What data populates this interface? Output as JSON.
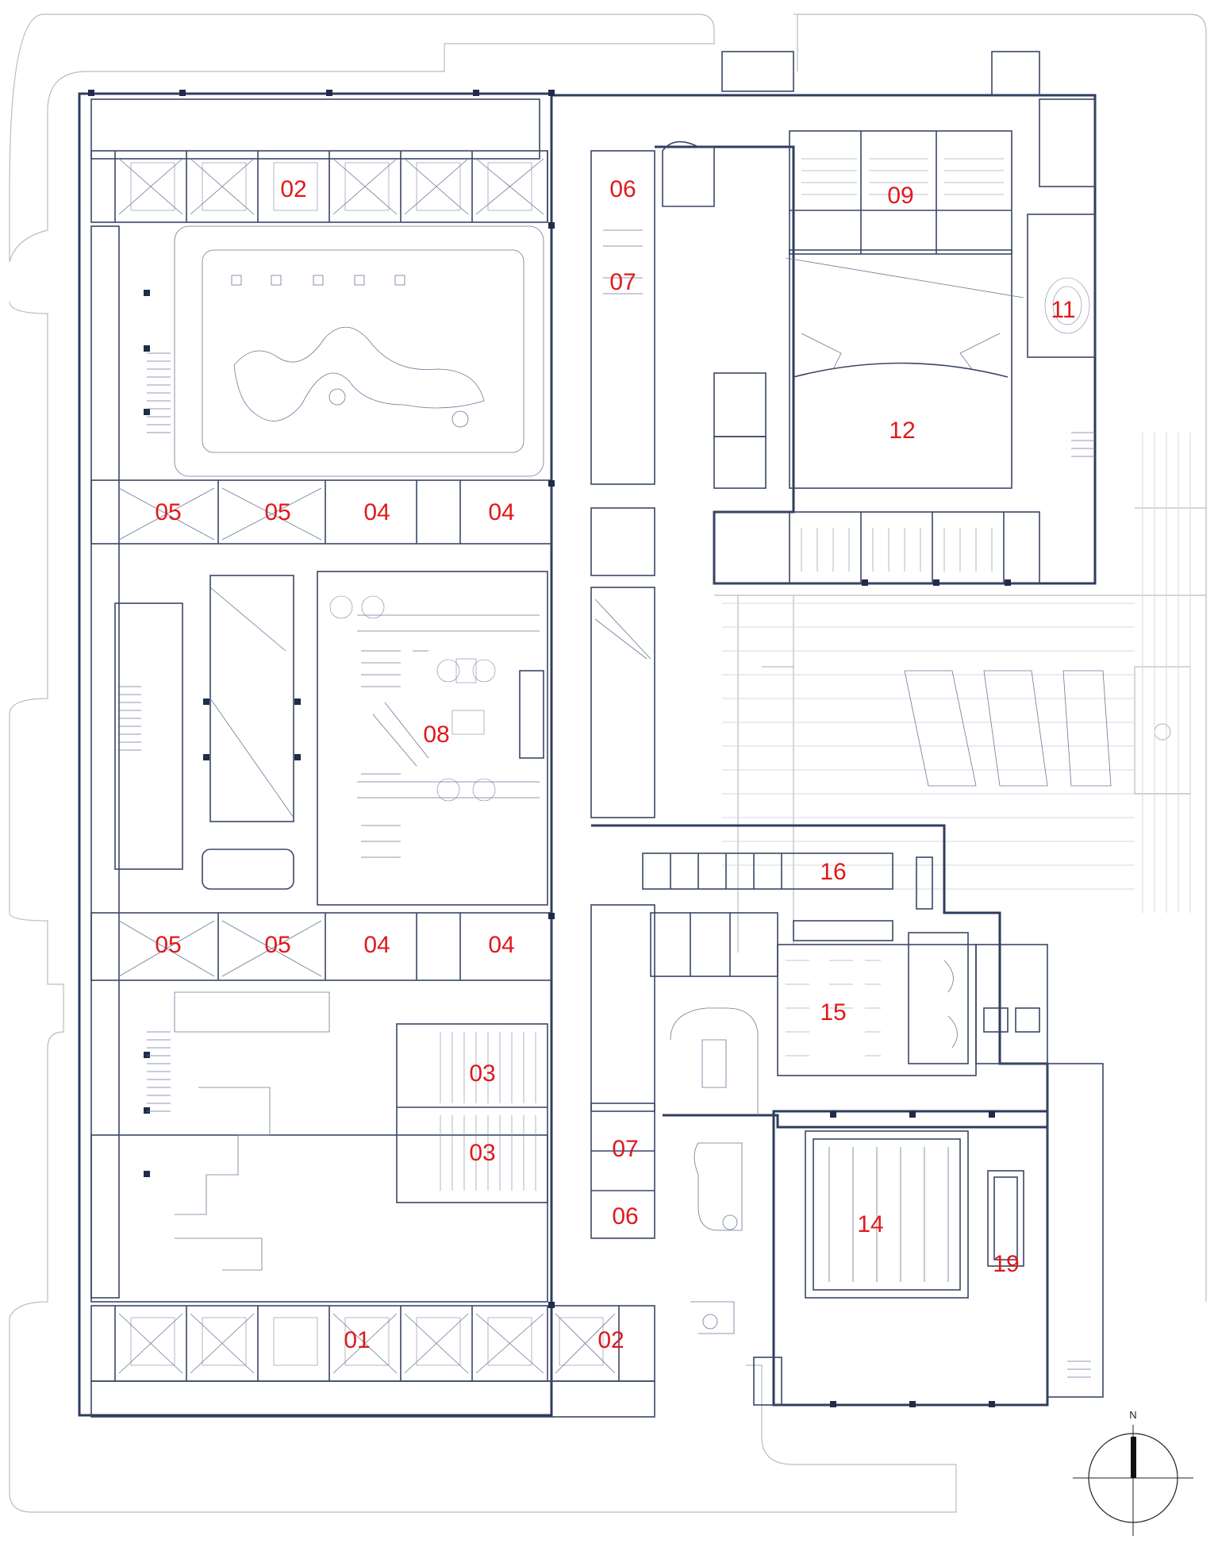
{
  "room_labels": {
    "r01": "01",
    "r02a": "02",
    "r02b": "02",
    "r03a": "03",
    "r03b": "03",
    "r04a": "04",
    "r04b": "04",
    "r04c": "04",
    "r04d": "04",
    "r05a": "05",
    "r05b": "05",
    "r05c": "05",
    "r05d": "05",
    "r06a": "06",
    "r06b": "06",
    "r07a": "07",
    "r07b": "07",
    "r08": "08",
    "r09": "09",
    "r11": "11",
    "r12": "12",
    "r14": "14",
    "r15": "15",
    "r16": "16",
    "r19": "19"
  },
  "north_arrow": {
    "label": "N"
  },
  "colors": {
    "label": "#e0191b",
    "wall": "#2f3d5c",
    "site": "#b7bcc6"
  }
}
